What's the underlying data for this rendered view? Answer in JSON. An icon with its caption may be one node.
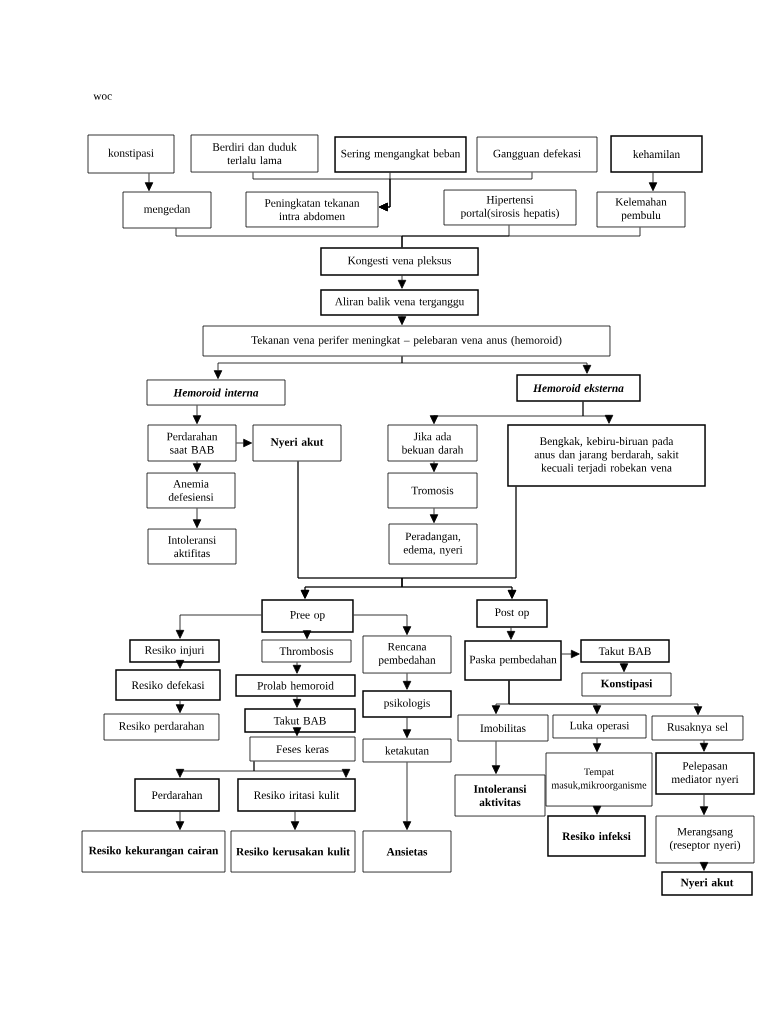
{
  "diagram": {
    "title": "woc",
    "nodes": [
      {
        "text": [
          "konstipasi"
        ]
      },
      {
        "text": [
          "Berdiri dan duduk terlalu lama"
        ]
      },
      {
        "text": [
          "Sering mengangkat beban"
        ]
      },
      {
        "text": [
          "Gangguan defekasi"
        ]
      },
      {
        "text": [
          "kehamilan"
        ]
      },
      {
        "text": [
          "mengedan"
        ]
      },
      {
        "text": [
          "Peningkatan tekanan intra abdomen"
        ]
      },
      {
        "text": [
          "Hipertensi portal(sirosis hepatis)"
        ]
      },
      {
        "text": [
          "Kelemahan pembulu"
        ]
      },
      {
        "text": [
          "Kongesti vena pleksus"
        ]
      },
      {
        "text": [
          "Aliran balik vena terganggu"
        ]
      },
      {
        "text": [
          "Tekanan vena perifer meningkat – pelebaran vena anus (hemoroid)"
        ]
      },
      {
        "text": [
          "Hemoroid interna"
        ]
      },
      {
        "text": [
          "Hemoroid eksterna"
        ]
      },
      {
        "text": [
          "Perdarahan saat BAB"
        ]
      },
      {
        "text": [
          "Nyeri akut"
        ]
      },
      {
        "text": [
          "Anemia defesiensi"
        ]
      },
      {
        "text": [
          "Intoleransi aktifitas"
        ]
      },
      {
        "text": [
          "Jika ada bekuan darah"
        ]
      },
      {
        "text": [
          "Tromosis"
        ]
      },
      {
        "text": [
          "Peradangan, edema, nyeri"
        ]
      },
      {
        "text": [
          "Bengkak, kebiru-biruan pada anus dan jarang berdarah, sakit kecuali terjadi robekan vena"
        ]
      },
      {
        "text": [
          "Pree op"
        ]
      },
      {
        "text": [
          "Post op"
        ]
      },
      {
        "text": [
          "Resiko injuri"
        ]
      },
      {
        "text": [
          "Thrombosis"
        ]
      },
      {
        "text": [
          "Rencana pembedahan"
        ]
      },
      {
        "text": [
          "Resiko defekasi"
        ]
      },
      {
        "text": [
          "Prolab hemoroid"
        ]
      },
      {
        "text": [
          "Resiko perdarahan"
        ]
      },
      {
        "text": [
          "Takut BAB"
        ]
      },
      {
        "text": [
          "Feses keras"
        ]
      },
      {
        "text": [
          "psikologis"
        ]
      },
      {
        "text": [
          "ketakutan"
        ]
      },
      {
        "text": [
          "Paska pembedahan"
        ]
      },
      {
        "text": [
          "Takut BAB"
        ]
      },
      {
        "text": [
          "Konstipasi"
        ]
      },
      {
        "text": [
          "Imobilitas"
        ]
      },
      {
        "text": [
          "Luka operasi"
        ]
      },
      {
        "text": [
          "Rusaknya sel"
        ]
      },
      {
        "text": [
          "Perdarahan"
        ]
      },
      {
        "text": [
          "Resiko iritasi kulit"
        ]
      },
      {
        "text": [
          "Intoleransi aktivitas"
        ]
      },
      {
        "text": [
          "Tempat masuk,mikroorganisme"
        ]
      },
      {
        "text": [
          "Pelepasan mediator nyeri"
        ]
      },
      {
        "text": [
          "Resiko kekurangan cairan"
        ]
      },
      {
        "text": [
          "Resiko kerusakan kulit"
        ]
      },
      {
        "text": [
          "Ansietas"
        ]
      },
      {
        "text": [
          "Resiko infeksi"
        ]
      },
      {
        "text": [
          "Merangsang (reseptor nyeri)"
        ]
      },
      {
        "text": [
          "Nyeri akut"
        ]
      }
    ],
    "edges": [
      {
        "from": 0,
        "to": 5,
        "arrow": "to"
      },
      {
        "from": 1,
        "to": 6,
        "arrow": "to"
      },
      {
        "from": 2,
        "to": 6,
        "arrow": "to"
      },
      {
        "from": 3,
        "to": 6,
        "arrow": "to"
      },
      {
        "from": 4,
        "to": 8,
        "arrow": "to"
      },
      {
        "from": 5,
        "to": 9,
        "arrow": "none"
      },
      {
        "from": 7,
        "to": 9,
        "arrow": "none"
      },
      {
        "from": 8,
        "to": 9,
        "arrow": "none"
      },
      {
        "from": 9,
        "to": 10,
        "arrow": "to"
      },
      {
        "from": 10,
        "to": 11,
        "arrow": "to"
      },
      {
        "from": 11,
        "to": 12,
        "arrow": "to"
      },
      {
        "from": 11,
        "to": 13,
        "arrow": "to"
      },
      {
        "from": 12,
        "to": 14,
        "arrow": "to"
      },
      {
        "from": 14,
        "to": 15,
        "arrow": "to"
      },
      {
        "from": 14,
        "to": 16,
        "arrow": "to"
      },
      {
        "from": 16,
        "to": 17,
        "arrow": "to"
      },
      {
        "from": 13,
        "to": 18,
        "arrow": "to"
      },
      {
        "from": 13,
        "to": 21,
        "arrow": "to"
      },
      {
        "from": 18,
        "to": 19,
        "arrow": "to"
      },
      {
        "from": 19,
        "to": 20,
        "arrow": "to"
      },
      {
        "from": 15,
        "to": 22,
        "arrow": "to"
      },
      {
        "from": 15,
        "to": 23,
        "arrow": "to"
      },
      {
        "from": 21,
        "to": 22,
        "arrow": "to"
      },
      {
        "from": 21,
        "to": 23,
        "arrow": "to"
      },
      {
        "from": 22,
        "to": 24,
        "arrow": "to"
      },
      {
        "from": 22,
        "to": 25,
        "arrow": "to"
      },
      {
        "from": 22,
        "to": 26,
        "arrow": "to"
      },
      {
        "from": 24,
        "to": 27,
        "arrow": "to"
      },
      {
        "from": 27,
        "to": 29,
        "arrow": "to"
      },
      {
        "from": 25,
        "to": 28,
        "arrow": "to"
      },
      {
        "from": 28,
        "to": 30,
        "arrow": "to"
      },
      {
        "from": 30,
        "to": 31,
        "arrow": "to"
      },
      {
        "from": 31,
        "to": 40,
        "arrow": "to"
      },
      {
        "from": 31,
        "to": 41,
        "arrow": "to"
      },
      {
        "from": 40,
        "to": 45,
        "arrow": "to"
      },
      {
        "from": 41,
        "to": 46,
        "arrow": "to"
      },
      {
        "from": 26,
        "to": 32,
        "arrow": "to"
      },
      {
        "from": 32,
        "to": 33,
        "arrow": "to"
      },
      {
        "from": 33,
        "to": 47,
        "arrow": "to"
      },
      {
        "from": 23,
        "to": 34,
        "arrow": "to"
      },
      {
        "from": 34,
        "to": 35,
        "arrow": "to"
      },
      {
        "from": 35,
        "to": 36,
        "arrow": "to"
      },
      {
        "from": 34,
        "to": 37,
        "arrow": "to"
      },
      {
        "from": 34,
        "to": 38,
        "arrow": "to"
      },
      {
        "from": 34,
        "to": 39,
        "arrow": "to"
      },
      {
        "from": 37,
        "to": 42,
        "arrow": "to"
      },
      {
        "from": 38,
        "to": 43,
        "arrow": "to"
      },
      {
        "from": 43,
        "to": 48,
        "arrow": "to"
      },
      {
        "from": 39,
        "to": 44,
        "arrow": "to"
      },
      {
        "from": 44,
        "to": 49,
        "arrow": "to"
      },
      {
        "from": 49,
        "to": 50,
        "arrow": "to"
      }
    ]
  }
}
